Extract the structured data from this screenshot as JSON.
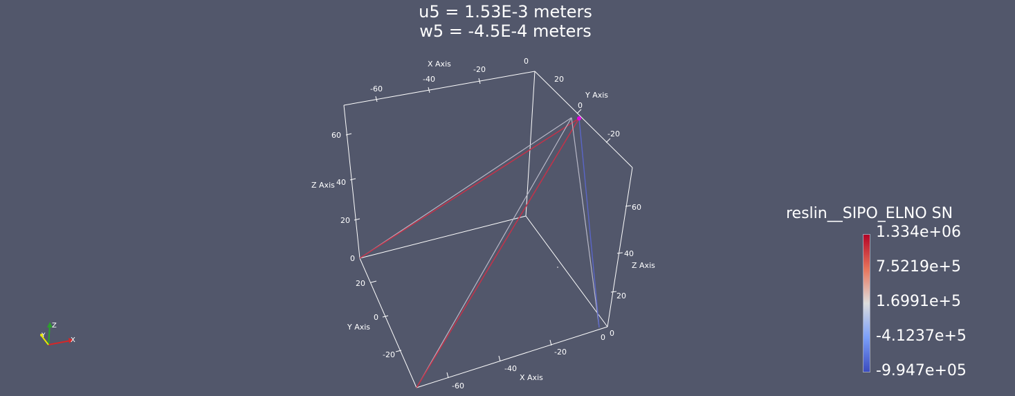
{
  "title": {
    "line1": "u5 = 1.53E-3 meters",
    "line2": "w5 = -4.5E-4 meters"
  },
  "axes": {
    "x_axis_top": {
      "label": "X Axis",
      "ticks": [
        "-60",
        "-40",
        "-20",
        "0"
      ]
    },
    "x_axis_bottom": {
      "label": "X Axis",
      "ticks": [
        "-60",
        "-40",
        "-20",
        "0"
      ]
    },
    "y_axis_top": {
      "label": "Y Axis",
      "ticks": [
        "20",
        "0",
        "-20"
      ]
    },
    "y_axis_left": {
      "label": "Y Axis",
      "ticks": [
        "20",
        "0",
        "-20"
      ]
    },
    "z_axis_left": {
      "label": "Z Axis",
      "ticks": [
        "60",
        "40",
        "20",
        "0"
      ]
    },
    "z_axis_right": {
      "label": "Z Axis",
      "ticks": [
        "60",
        "40",
        "20"
      ]
    }
  },
  "colorbar": {
    "title": "reslin__SIPO_ELNO SN",
    "ticks": [
      "1.334e+06",
      "7.5219e+5",
      "1.6991e+5",
      "-4.1237e+5",
      "-9.947e+05"
    ],
    "color_max": "#b40426",
    "color_mid": "#dddddd",
    "color_min": "#3b4cc0"
  },
  "orientation_axes": {
    "x_label": "X",
    "y_label": "Y",
    "z_label": "Z",
    "x_color": "#d62728",
    "y_color": "#e8e800",
    "z_color": "#2ca02c"
  },
  "colors": {
    "background": "#52576b",
    "bbox_lines": "#ffffff",
    "member_red": "#c0334a",
    "member_gray": "#b9b9c8",
    "member_blue": "#5a66c8",
    "node_highlight": "#e600e6"
  }
}
